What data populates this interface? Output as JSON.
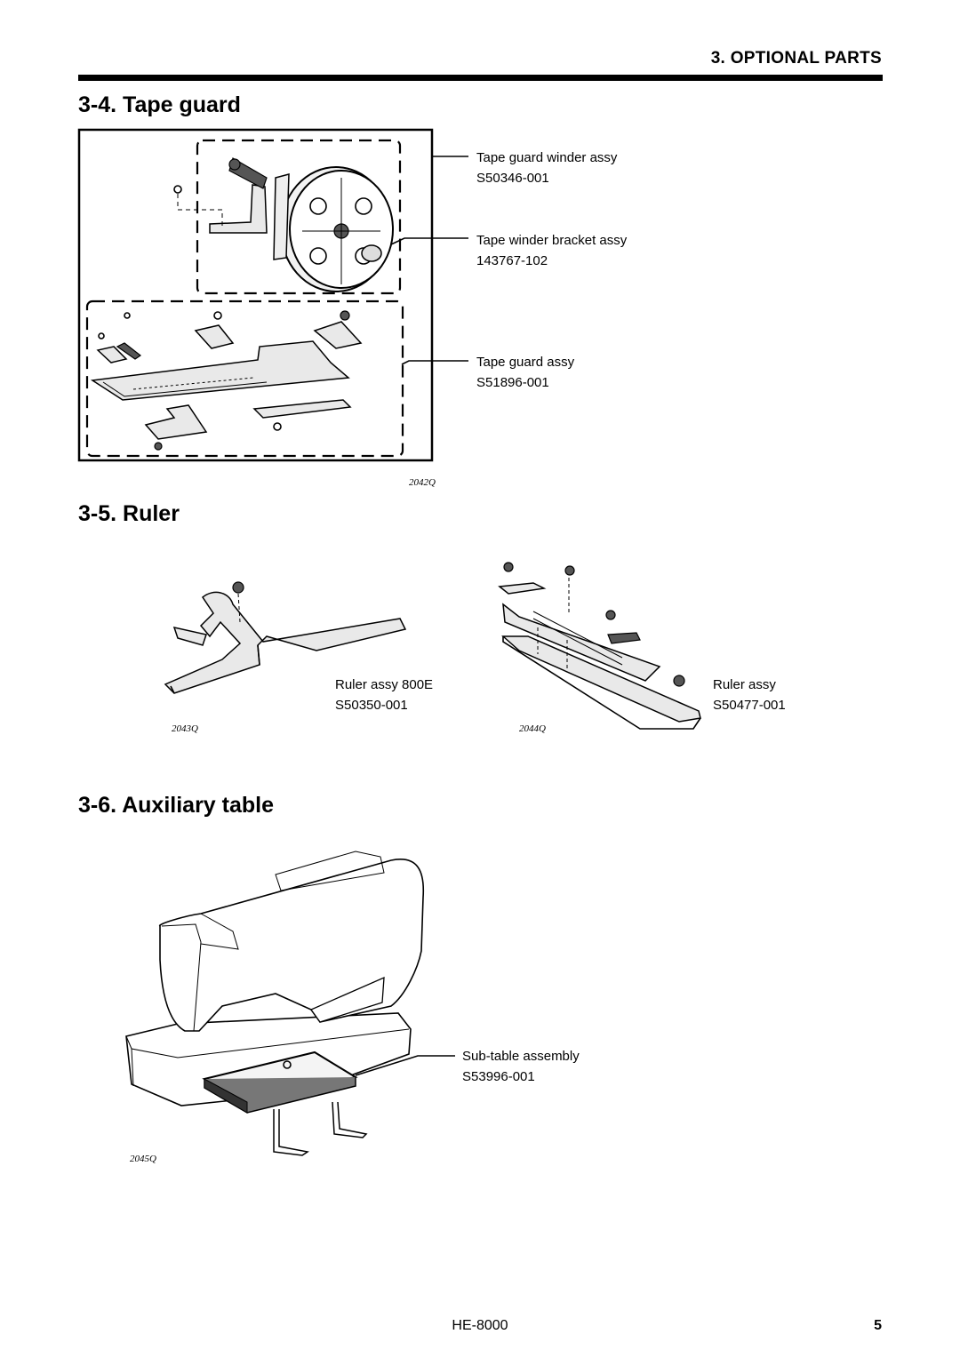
{
  "header": {
    "chapter": "3. OPTIONAL PARTS"
  },
  "sections": {
    "tape_guard": {
      "title": "3-4. Tape guard",
      "figure_id": "2042Q",
      "parts": [
        {
          "name": "Tape guard winder assy",
          "number": "S50346-001"
        },
        {
          "name": "Tape winder bracket assy",
          "number": "143767-102"
        },
        {
          "name": "Tape guard assy",
          "number": "S51896-001"
        }
      ]
    },
    "ruler": {
      "title": "3-5. Ruler",
      "left": {
        "name": "Ruler assy 800E",
        "number": "S50350-001",
        "figure_id": "2043Q"
      },
      "right": {
        "name": "Ruler assy",
        "number": "S50477-001",
        "figure_id": "2044Q"
      }
    },
    "auxiliary_table": {
      "title": "3-6. Auxiliary table",
      "figure_id": "2045Q",
      "part": {
        "name": "Sub-table assembly",
        "number": "S53996-001"
      }
    }
  },
  "footer": {
    "model": "HE-8000",
    "page": "5"
  }
}
